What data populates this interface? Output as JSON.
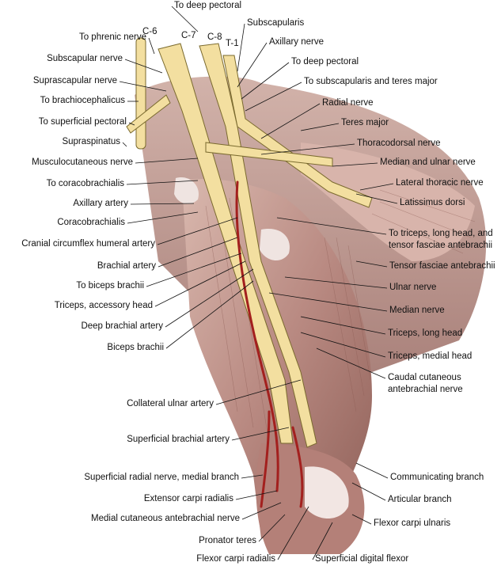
{
  "segments": [
    "C-6",
    "C-7",
    "C-8",
    "T-1"
  ],
  "labels_left": [
    "To phrenic nerve",
    "Subscapular nerve",
    "Suprascapular nerve",
    "To brachiocephalicus",
    "To superficial pectoral",
    "Supraspinatus",
    "Musculocutaneous nerve",
    "To coracobrachialis",
    "Axillary artery",
    "Coracobrachialis",
    "Cranial circumflex humeral artery",
    "Brachial artery",
    "To biceps brachii",
    "Triceps, accessory head",
    "Deep brachial artery",
    "Biceps brachii",
    "Collateral ulnar artery",
    "Superficial brachial artery",
    "Superficial radial nerve, medial branch",
    "Extensor carpi radialis",
    "Medial cutaneous antebrachial nerve",
    "Pronator teres",
    "Flexor carpi radialis"
  ],
  "labels_top": [
    "To deep pectoral",
    "Subscapularis",
    "Axillary nerve",
    "To deep pectoral",
    "To subscapularis and teres major"
  ],
  "labels_right": [
    "Radial nerve",
    "Teres major",
    "Thoracodorsal nerve",
    "Median and ulnar nerve",
    "Lateral thoracic nerve",
    "Latissimus dorsi",
    "To triceps, long head, and",
    "tensor fasciae antebrachii",
    "Tensor fasciae antebrachii",
    "Ulnar nerve",
    "Median nerve",
    "Triceps, long head",
    "Triceps, medial head",
    "Caudal cutaneous",
    "antebrachial nerve",
    "Communicating branch",
    "Articular branch",
    "Flexor carpi ulnaris",
    "Superficial digital flexor"
  ],
  "colors": {
    "nerve": "#f3dfa0",
    "nerve_edge": "#7a6a2e",
    "artery": "#a3201e",
    "muscle": "#b98a82",
    "muscle_dark": "#8f6058",
    "leader": "#111111"
  }
}
